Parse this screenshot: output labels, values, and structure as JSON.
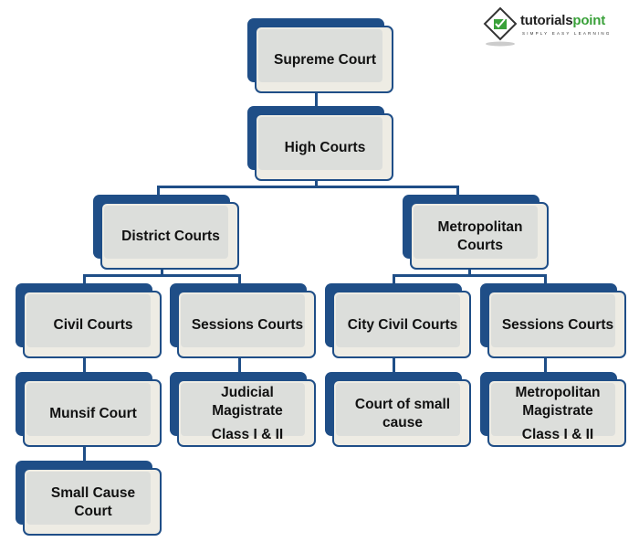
{
  "logo": {
    "name_part1": "tutorials",
    "name_part2": "point",
    "tagline": "SIMPLY EASY LEARNING",
    "accent_color": "#3aa13a"
  },
  "colors": {
    "navy": "#1f4e87",
    "box_fill": "#dcdedb",
    "box_rim": "#eeece4"
  },
  "nodes": {
    "supreme": {
      "lines": [
        "Supreme Court"
      ]
    },
    "high": {
      "lines": [
        "High Courts"
      ]
    },
    "district": {
      "lines": [
        "District Courts"
      ]
    },
    "metro": {
      "lines": [
        "Metropolitan",
        "Courts"
      ]
    },
    "civil": {
      "lines": [
        "Civil Courts"
      ]
    },
    "sessions_left": {
      "lines": [
        "Sessions Courts"
      ]
    },
    "city_civil": {
      "lines": [
        "City Civil Courts"
      ]
    },
    "sessions_right": {
      "lines": [
        "Sessions Courts"
      ]
    },
    "munsif": {
      "lines": [
        "Munsif Court"
      ]
    },
    "judicial_magistrate": {
      "lines": [
        "Judicial",
        "Magistrate",
        "Class I & II"
      ]
    },
    "small_cause_court_of": {
      "lines": [
        "Court of small",
        "cause"
      ]
    },
    "metro_magistrate": {
      "lines": [
        "Metropolitan",
        "Magistrate",
        "Class I & II"
      ]
    },
    "small_cause": {
      "lines": [
        "Small Cause",
        "Court"
      ]
    }
  },
  "edges": [
    [
      "supreme",
      "high"
    ],
    [
      "high",
      "district"
    ],
    [
      "high",
      "metro"
    ],
    [
      "district",
      "civil"
    ],
    [
      "district",
      "sessions_left"
    ],
    [
      "metro",
      "city_civil"
    ],
    [
      "metro",
      "sessions_right"
    ],
    [
      "civil",
      "munsif"
    ],
    [
      "sessions_left",
      "judicial_magistrate"
    ],
    [
      "city_civil",
      "small_cause_court_of"
    ],
    [
      "sessions_right",
      "metro_magistrate"
    ],
    [
      "munsif",
      "small_cause"
    ]
  ]
}
